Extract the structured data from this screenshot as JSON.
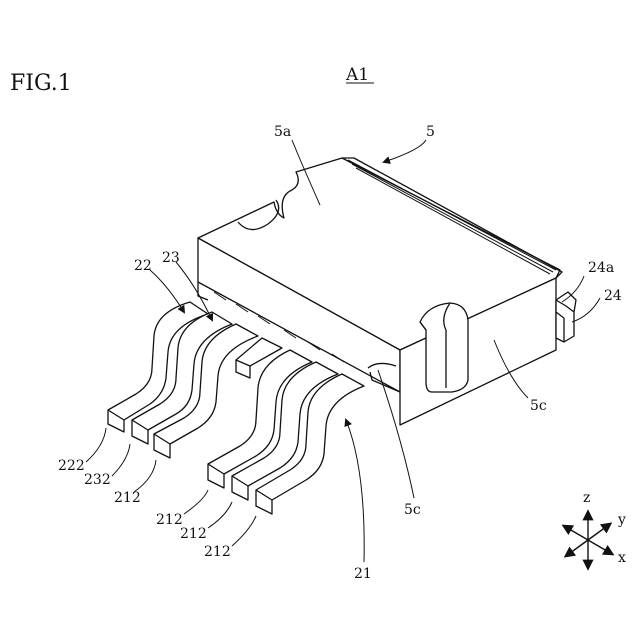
{
  "figure_label": "FIG.1",
  "assembly_label": "A1",
  "labels": {
    "l5": "5",
    "l5a": "5a",
    "l5c_right": "5c",
    "l5c_bottom": "5c",
    "l24a": "24a",
    "l24": "24",
    "l22": "22",
    "l23": "23",
    "l222": "222",
    "l232": "232",
    "l212a": "212",
    "l212b": "212",
    "l212c": "212",
    "l212d": "212",
    "l21": "21"
  },
  "axes": {
    "z": "z",
    "y": "y",
    "x": "x"
  }
}
